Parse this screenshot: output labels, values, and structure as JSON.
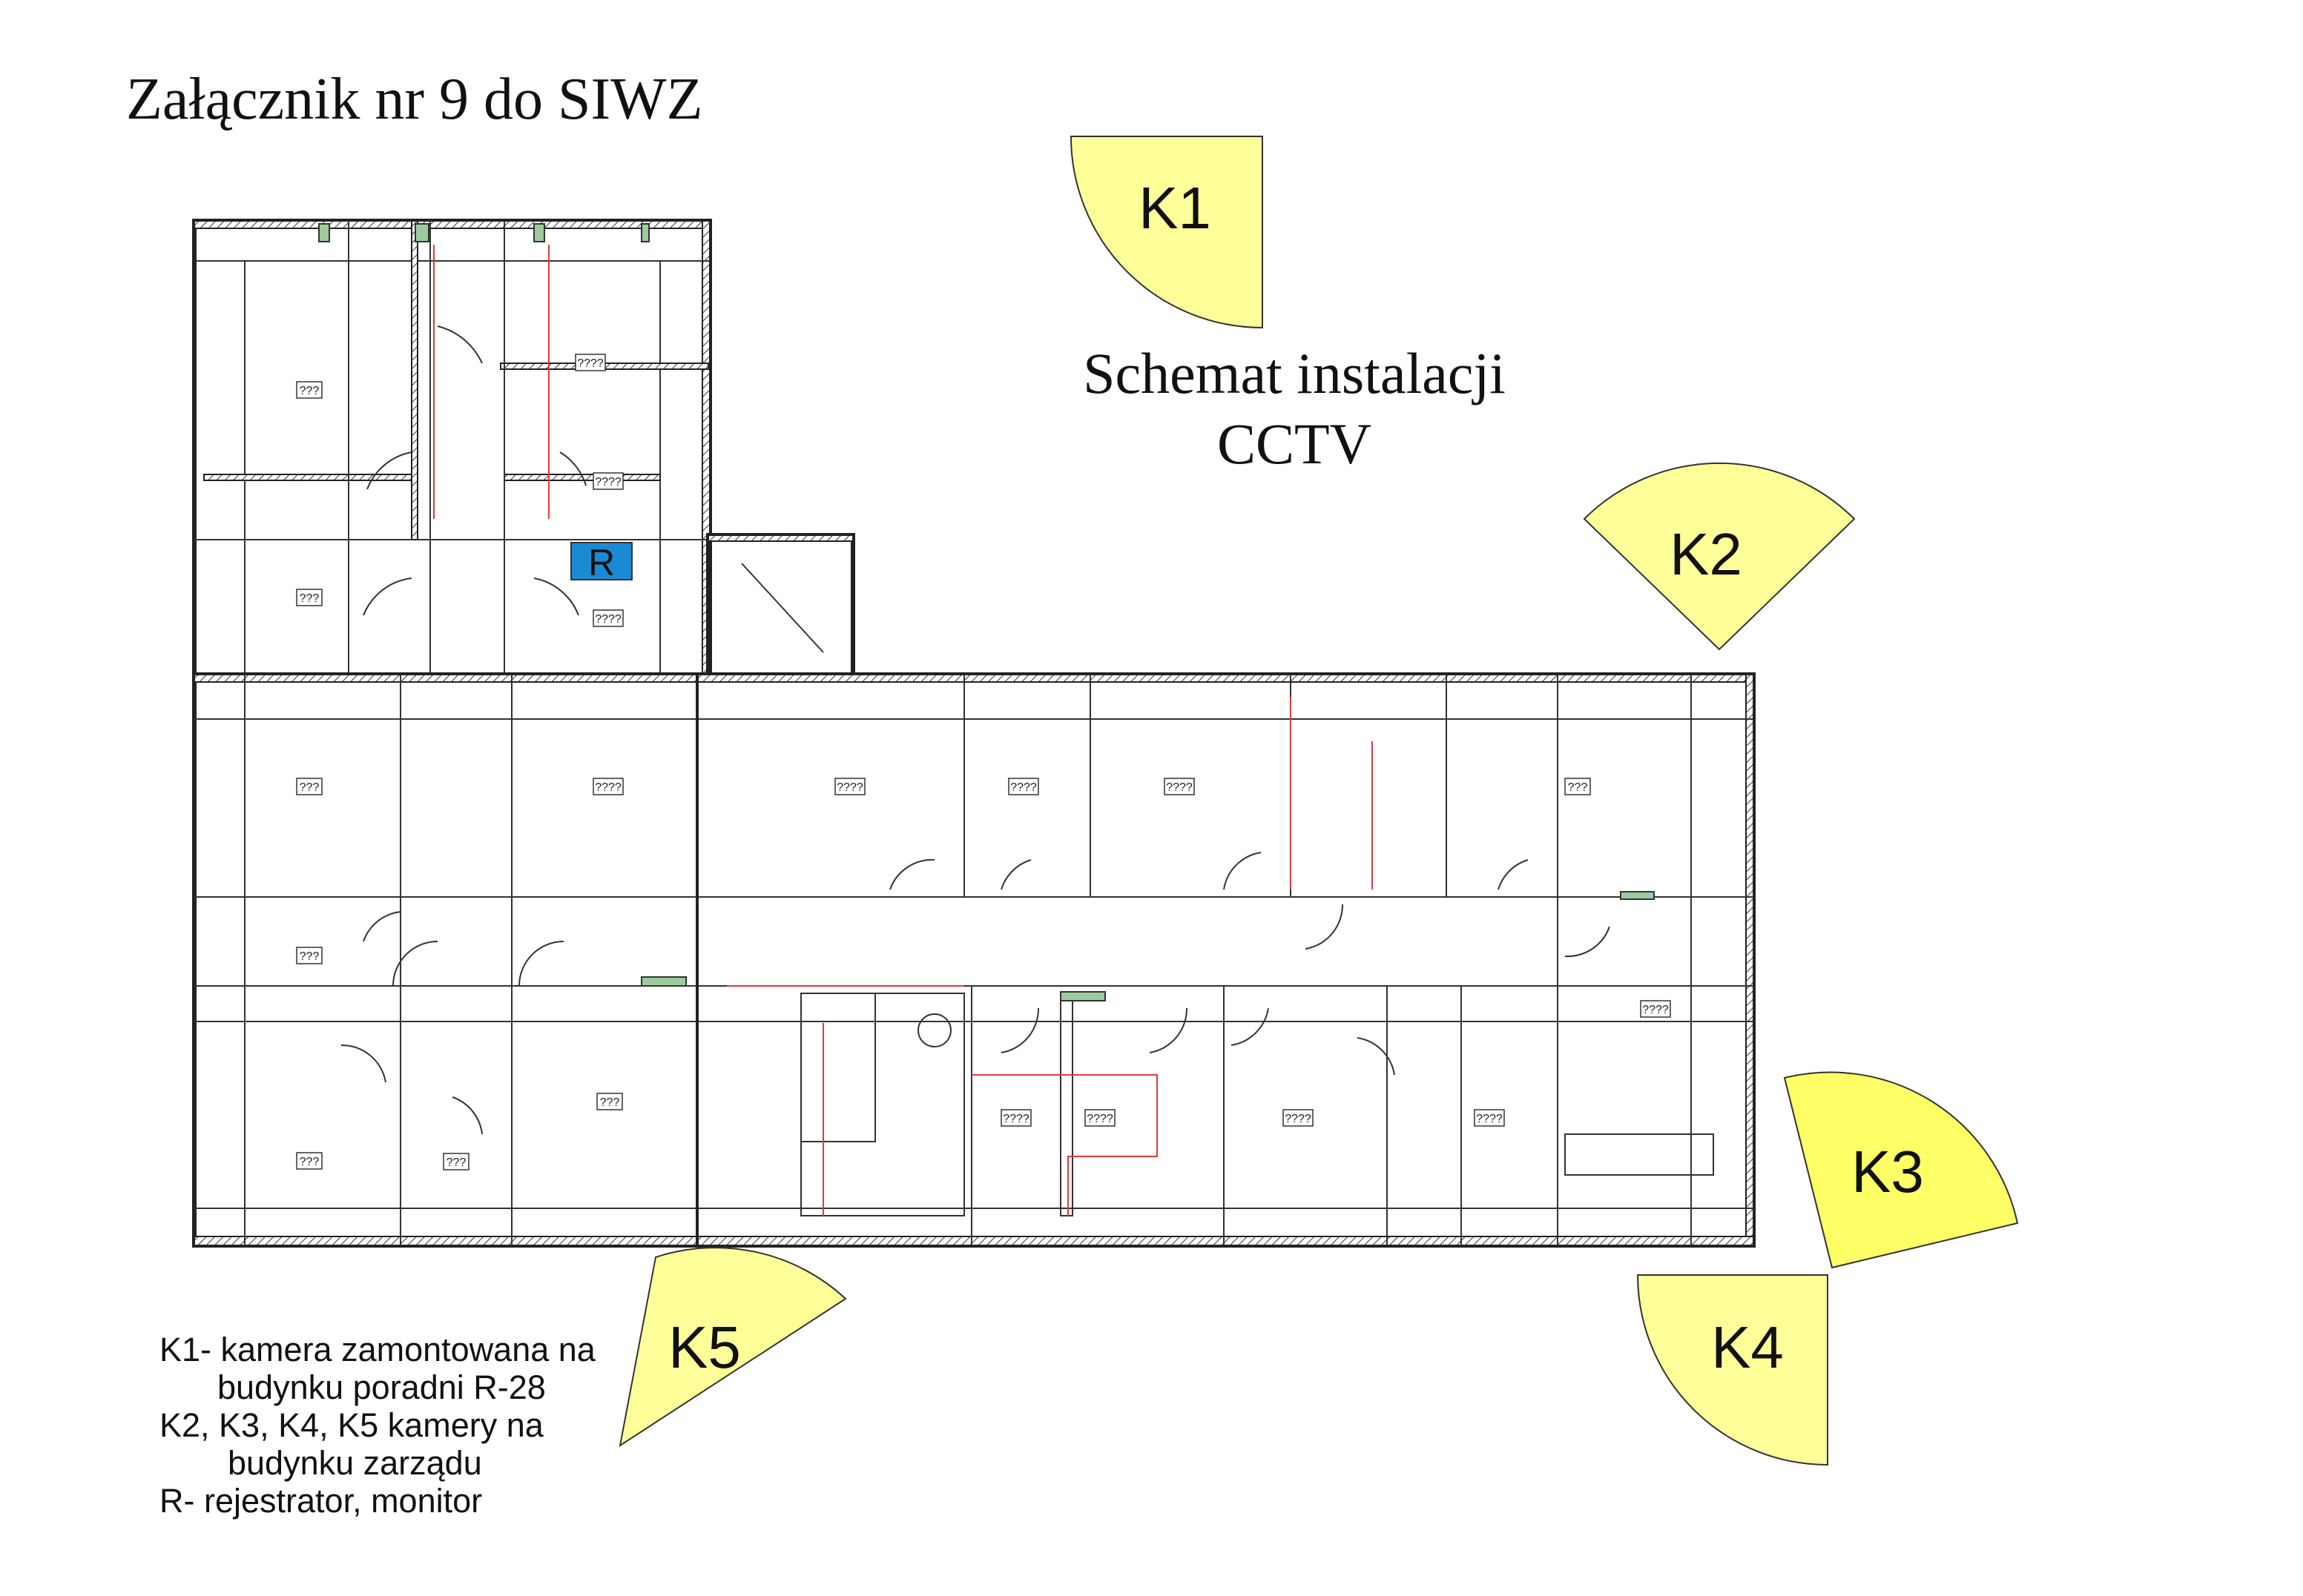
{
  "title": "Załącznik nr 9 do SIWZ",
  "scheme_title": [
    "Schemat instalacji",
    "CCTV"
  ],
  "cameras": [
    {
      "id": "K1",
      "color": "#ffff99"
    },
    {
      "id": "K2",
      "color": "#ffff99"
    },
    {
      "id": "K3",
      "color": "#ffff66"
    },
    {
      "id": "K4",
      "color": "#ffff99"
    },
    {
      "id": "K5",
      "color": "#ffff99"
    }
  ],
  "recorder": {
    "label": "R",
    "color": "#1a8ad4"
  },
  "legend": [
    "K1- kamera zamontowana na",
    "budynku poradni R-28",
    "K2, K3, K4, K5 kamery na",
    "budynku zarządu",
    "R- rejestrator, monitor"
  ],
  "plan": {
    "room_labels": [
      "???",
      "????",
      "????",
      "???",
      "????",
      "???",
      "????",
      "????",
      "????",
      "???",
      "????",
      "???",
      "???",
      "???",
      "????",
      "????",
      "????",
      "????",
      "????",
      "???"
    ]
  }
}
